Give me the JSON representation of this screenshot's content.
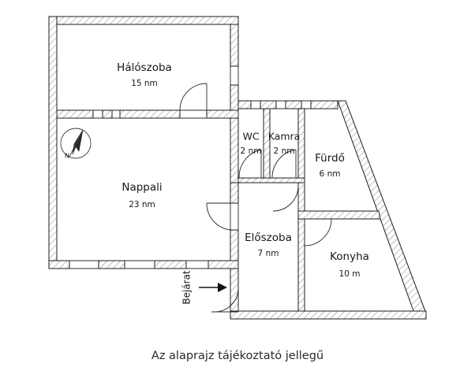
{
  "plan": {
    "caption": "Az alaprajz tájékoztató jellegű",
    "entrance_label": "Bejárat",
    "compass_label": "N",
    "wall_color": "#1c1c1c",
    "hatch_color": "#8c8c8c",
    "background_color": "#ffffff",
    "rooms": [
      {
        "id": "halo",
        "name": "Hálószoba",
        "area": "15 nm"
      },
      {
        "id": "nappali",
        "name": "Nappali",
        "area": "23 nm"
      },
      {
        "id": "wc",
        "name": "WC",
        "area": "2 nm"
      },
      {
        "id": "kamra",
        "name": "Kamra",
        "area": "2 nm"
      },
      {
        "id": "furdo",
        "name": "Fürdő",
        "area": "6 nm"
      },
      {
        "id": "eloszoba",
        "name": "Előszoba",
        "area": "7 nm"
      },
      {
        "id": "konyha",
        "name": "Konyha",
        "area": "10 m"
      }
    ]
  }
}
